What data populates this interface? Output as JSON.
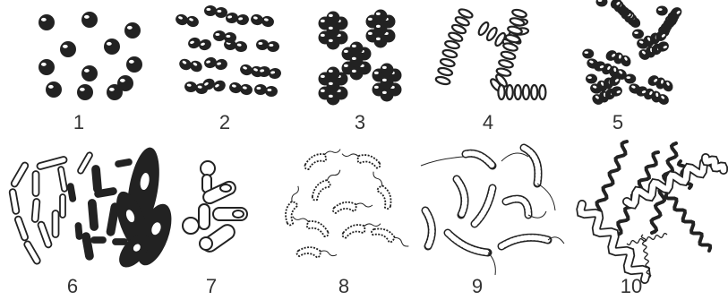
{
  "panels": [
    {
      "label": "1",
      "icon": "cocci-icon"
    },
    {
      "label": "2",
      "icon": "diplococci-icon"
    },
    {
      "label": "3",
      "icon": "tetrads-icon"
    },
    {
      "label": "4",
      "icon": "streptococci-icon"
    },
    {
      "label": "5",
      "icon": "staphylococci-icon"
    },
    {
      "label": "6",
      "icon": "bacilli-icon"
    },
    {
      "label": "7",
      "icon": "spore-forming-rods-icon"
    },
    {
      "label": "8",
      "icon": "vibrios-icon"
    },
    {
      "label": "9",
      "icon": "spirilla-icon"
    },
    {
      "label": "10",
      "icon": "spirochetes-icon"
    }
  ],
  "colors": {
    "ink": "#222222",
    "background": "#ffffff",
    "label": "#333333"
  }
}
